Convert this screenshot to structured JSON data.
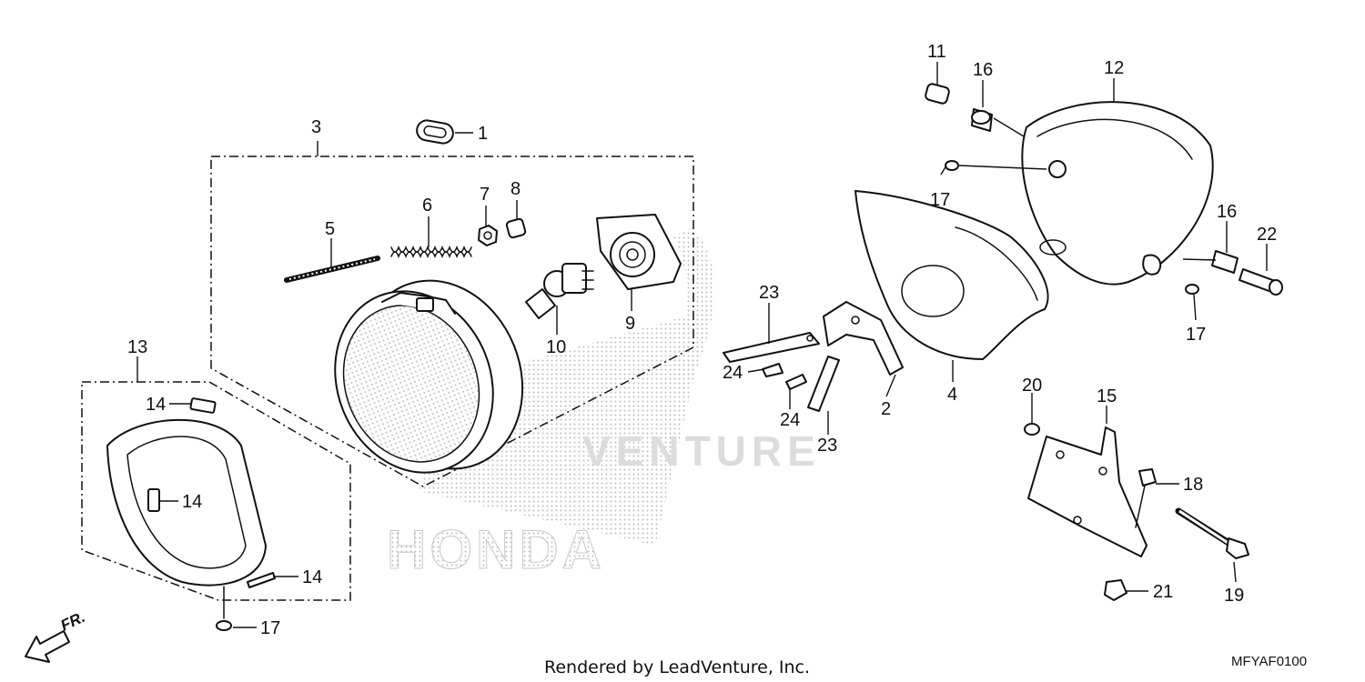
{
  "labels": {
    "p1": "1",
    "p2": "2",
    "p3": "3",
    "p4": "4",
    "p5": "5",
    "p6": "6",
    "p7": "7",
    "p8": "8",
    "p9": "9",
    "p10": "10",
    "p11": "11",
    "p12": "12",
    "p13": "13",
    "p14a": "14",
    "p14b": "14",
    "p14c": "14",
    "p15": "15",
    "p16a": "16",
    "p16b": "16",
    "p17a": "17",
    "p17b": "17",
    "p17c": "17",
    "p18": "18",
    "p19": "19",
    "p20": "20",
    "p21": "21",
    "p22": "22",
    "p23a": "23",
    "p23b": "23",
    "p24a": "24",
    "p24b": "24"
  },
  "direction_marker": "FR.",
  "watermark": {
    "brand": "HONDA",
    "word": "VENTURE"
  },
  "footer": {
    "credit": "Rendered by LeadVenture, Inc.",
    "diagram_code": "MFYAF0100"
  },
  "colors": {
    "line": "#111111",
    "watermark": "#d8d8d8",
    "background": "#ffffff"
  }
}
